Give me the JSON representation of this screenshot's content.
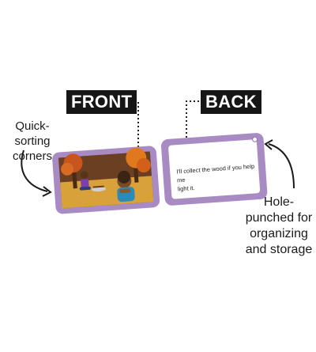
{
  "labels": {
    "front": "FRONT",
    "back": "BACK"
  },
  "callouts": {
    "left": [
      "Quick-sorting",
      "corners"
    ],
    "right": [
      "Hole-",
      "punched for",
      "organizing",
      "and storage"
    ]
  },
  "card_back_text": [
    "I'll collect the wood if you help me",
    "light it."
  ],
  "colors": {
    "card_border": "#a98bc4",
    "card_border_dark": "#8e6fae",
    "label_bg": "#161616",
    "dots": "#222222"
  }
}
